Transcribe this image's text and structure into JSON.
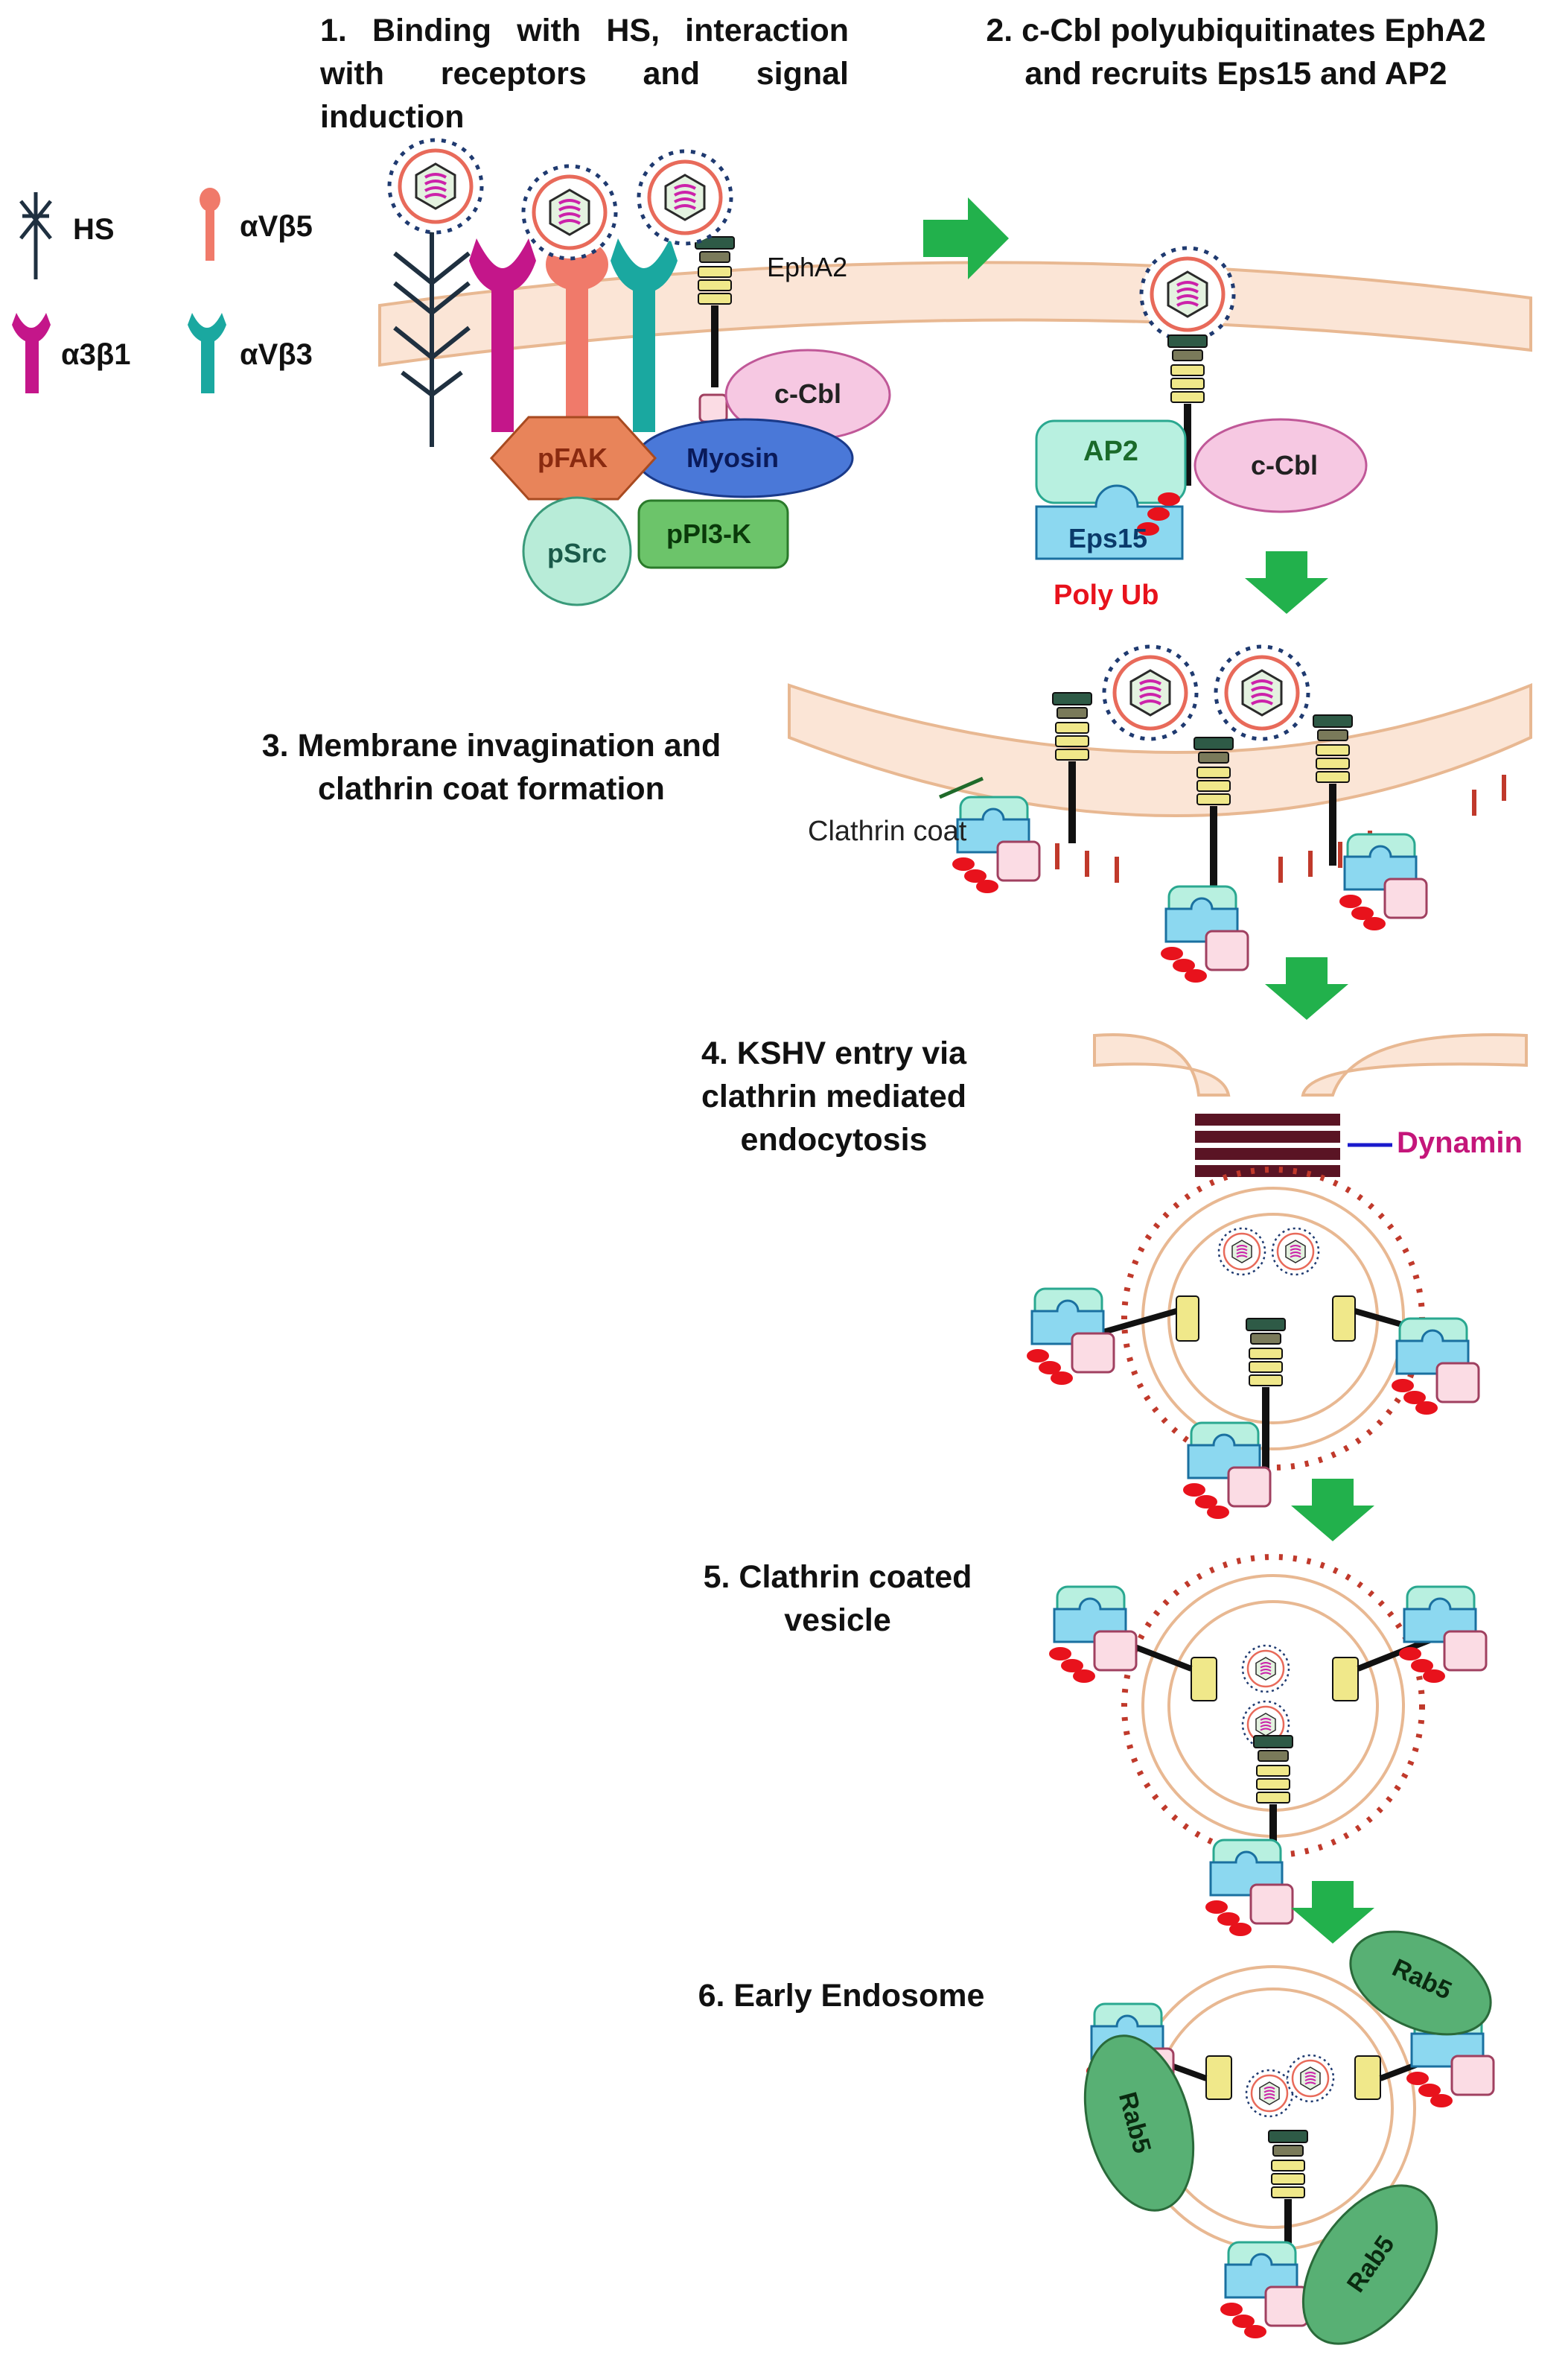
{
  "steps": {
    "s1": "1. Binding with HS, interaction with receptors and signal induction",
    "s2_line1": "2. c-Cbl polyubiquitinates EphA2",
    "s2_line2": "and recruits Eps15 and AP2",
    "s3_line1": "3. Membrane invagination and",
    "s3_line2": "clathrin coat formation",
    "s4_line1": "4. KSHV entry via",
    "s4_line2": "clathrin mediated",
    "s4_line3": "endocytosis",
    "s5_line1": "5. Clathrin coated",
    "s5_line2": "vesicle",
    "s6": "6. Early Endosome"
  },
  "legend": {
    "hs": "HS",
    "avb5": "αVβ5",
    "a3b1": "α3β1",
    "avb3": "αVβ3"
  },
  "labels": {
    "epha2": "EphA2",
    "ccbl": "c-Cbl",
    "pfak": "pFAK",
    "myosin": "Myosin",
    "psrc": "pSrc",
    "ppi3k": "pPI3-K",
    "ap2": "AP2",
    "eps15": "Eps15",
    "polyub": "Poly Ub",
    "clathrin_coat": "Clathrin coat",
    "dynamin": "Dynamin",
    "rab5": "Rab5"
  },
  "colors": {
    "membrane": "#fbe5d6",
    "membrane_edge": "#e8b892",
    "arrow": "#22b14c",
    "clathrin": "#c0392b",
    "ub": "#e8121c",
    "dynamin": "#5a1424",
    "dynamin_label": "#c4167a",
    "dynamin_line": "#1a1acc",
    "a3b1": "#c4168a",
    "avb5": "#f07a6a",
    "avb3": "#1aa8a0",
    "ccbl": "#f6c8e2",
    "myosin": "#4a78d8",
    "pfak": "#e8845a",
    "psrc": "#b8ecd8",
    "ppi3k": "#6cc46a",
    "ap2": "#b8f0e0",
    "eps15": "#8cd8f0",
    "rab5": "#58b074"
  }
}
